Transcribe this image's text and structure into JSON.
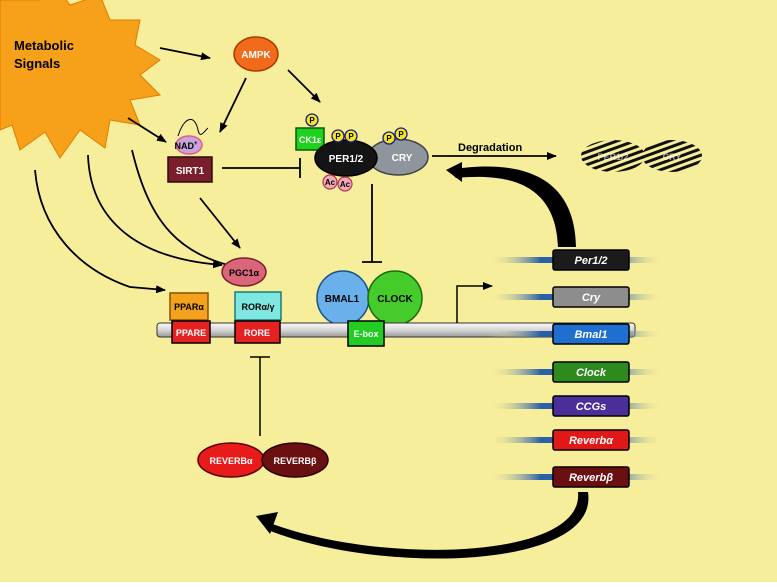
{
  "metabolic_signals": [
    "Metabolic",
    "Signals"
  ],
  "ampk": "AMPK",
  "nad": "NAD",
  "nad_sup": "+",
  "sirt1": "SIRT1",
  "ck1": "CK1ε",
  "p": "P",
  "ac": "Ac",
  "per12": "PER1/2",
  "cry": "CRY",
  "degradation": "Degradation",
  "deg_per": "PER1/2",
  "deg_cry": "CRY",
  "pgc1": "PGC1α",
  "ppar": "PPARα",
  "ror": "RORα/γ",
  "bmal1": "BMAL1",
  "clock": "CLOCK",
  "ppare": "PPARE",
  "rore": "RORE",
  "ebox": "E-box",
  "reverb_a": "REVERBα",
  "reverb_b": "REVERBβ",
  "genes": [
    "Per1/2",
    "Cry",
    "Bmal1",
    "Clock",
    "CCGs",
    "Reverbα",
    "Reverbβ"
  ],
  "gene_colors": [
    "#1b1b1b",
    "#8d8d8d",
    "#1f6fd1",
    "#2f8a1e",
    "#4b2e9a",
    "#e01818",
    "#6b1010"
  ]
}
